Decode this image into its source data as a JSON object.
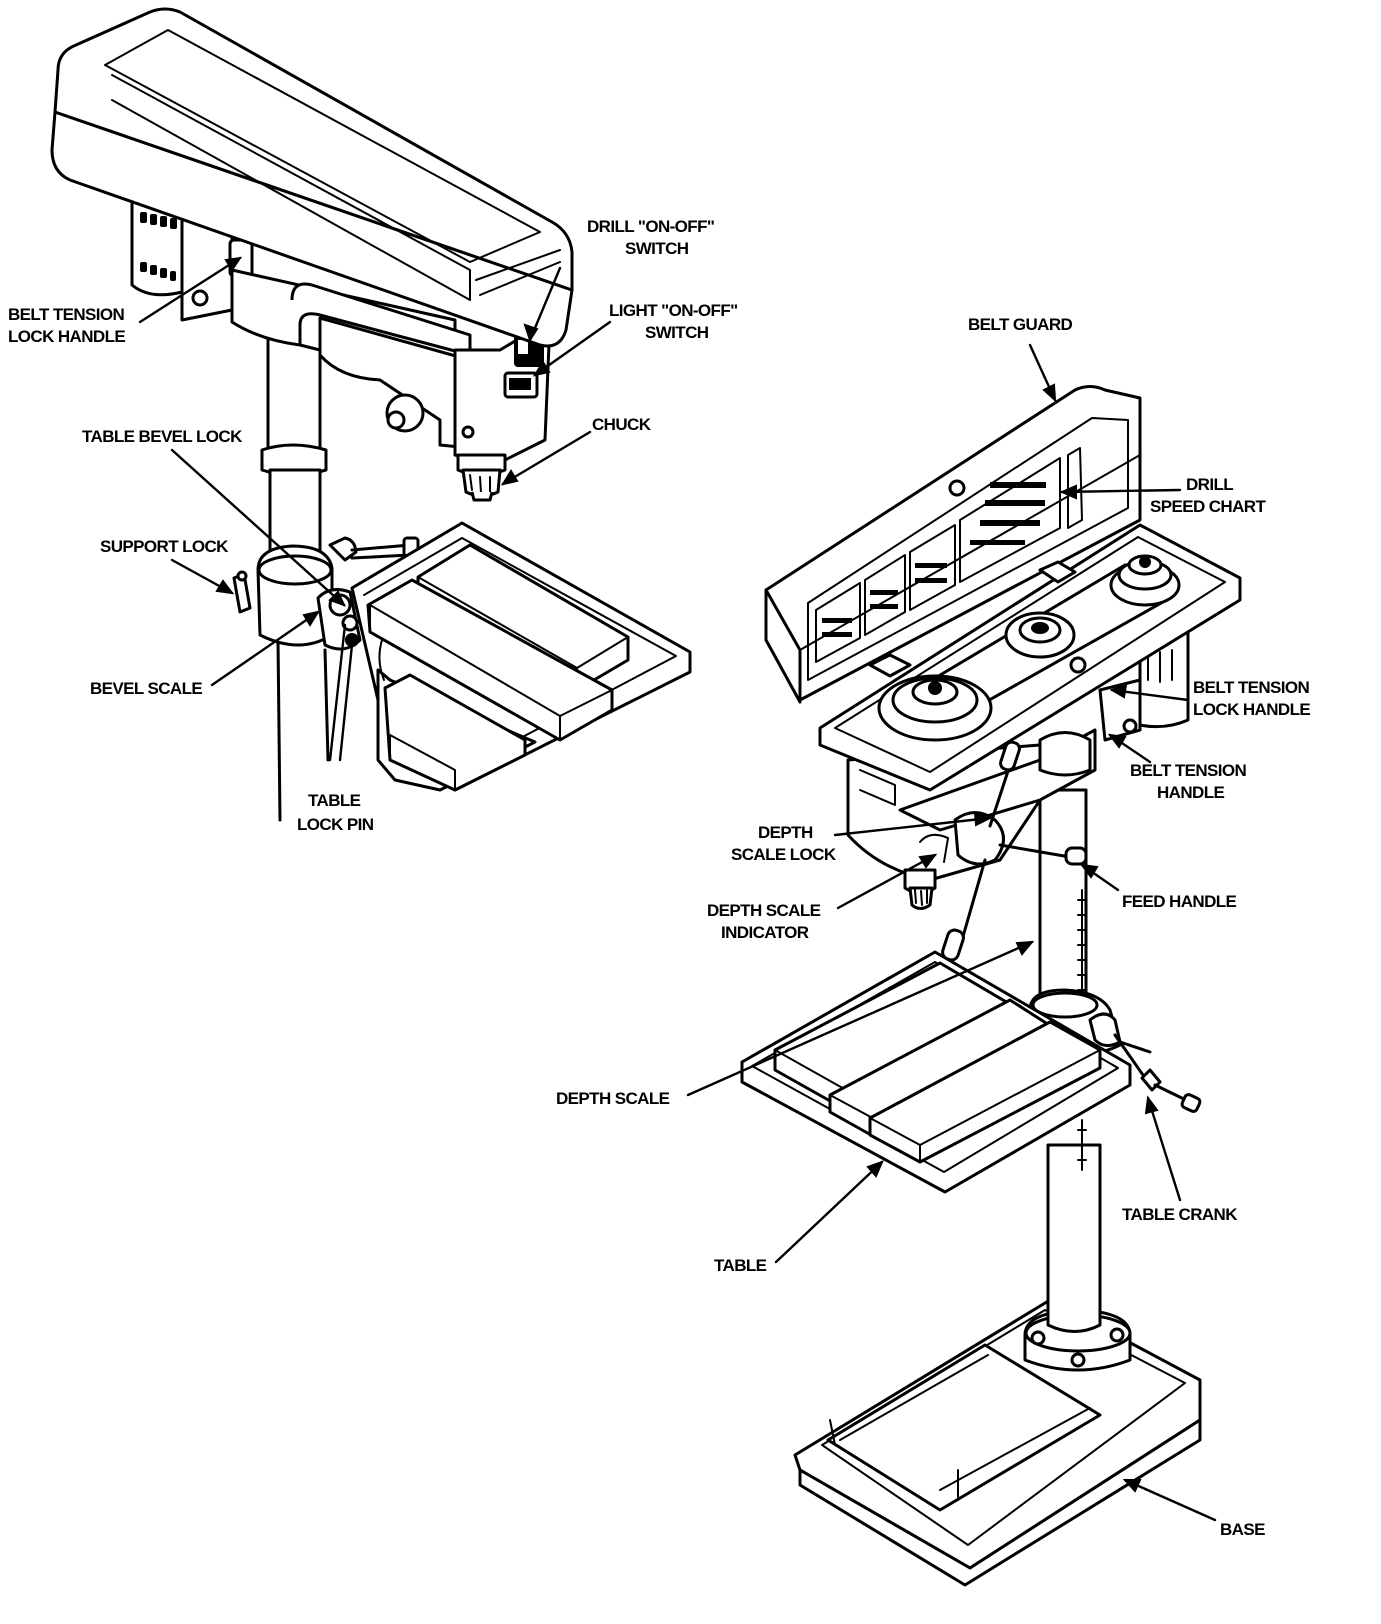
{
  "colors": {
    "ink": "#000000",
    "paper": "#ffffff"
  },
  "left_figure": {
    "labels": {
      "drill_switch": [
        "DRILL \"ON-OFF\"",
        "SWITCH"
      ],
      "light_switch": [
        "LIGHT \"ON-OFF\"",
        "SWITCH"
      ],
      "belt_tension_lock_handle": [
        "BELT TENSION",
        "LOCK HANDLE"
      ],
      "chuck": [
        "CHUCK"
      ],
      "table_bevel_lock": [
        "TABLE BEVEL LOCK"
      ],
      "support_lock": [
        "SUPPORT LOCK"
      ],
      "bevel_scale": [
        "BEVEL SCALE"
      ],
      "table_lock_pin": [
        "TABLE",
        "LOCK PIN"
      ]
    }
  },
  "right_figure": {
    "labels": {
      "belt_guard": [
        "BELT GUARD"
      ],
      "drill_speed_chart": [
        "DRILL",
        "SPEED CHART"
      ],
      "belt_tension_lock_handle": [
        "BELT TENSION",
        "LOCK HANDLE"
      ],
      "belt_tension_handle": [
        "BELT TENSION",
        "HANDLE"
      ],
      "depth_scale_lock": [
        "DEPTH",
        "SCALE LOCK"
      ],
      "feed_handle": [
        "FEED HANDLE"
      ],
      "depth_scale_indicator": [
        "DEPTH SCALE",
        "INDICATOR"
      ],
      "depth_scale": [
        "DEPTH SCALE"
      ],
      "table_crank": [
        "TABLE CRANK"
      ],
      "table": [
        "TABLE"
      ],
      "base": [
        "BASE"
      ]
    }
  }
}
